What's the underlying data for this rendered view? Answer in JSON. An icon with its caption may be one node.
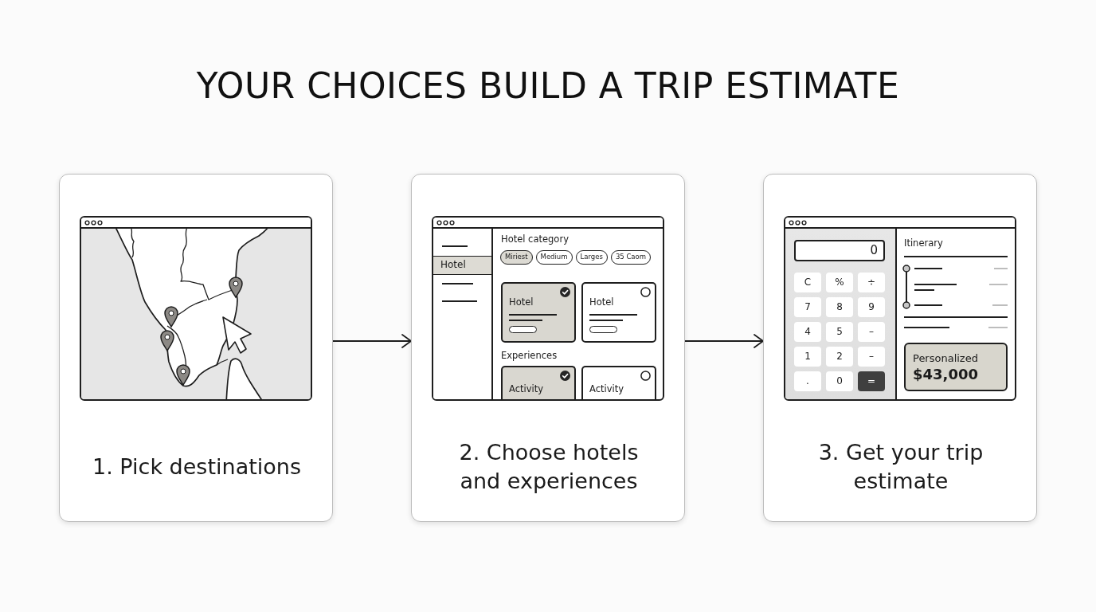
{
  "diagram": {
    "title": "YOUR CHOICES BUILD A TRIP ESTIMATE",
    "nodes": [
      {
        "text": [
          "1. Pick destinations"
        ]
      },
      {
        "text": [
          "2. Choose hotels and experiences"
        ]
      },
      {
        "text": [
          "3. Get your trip estimate"
        ]
      }
    ],
    "edges": [
      {
        "from": 0,
        "to": 1,
        "arrow": "to"
      },
      {
        "from": 1,
        "to": 2,
        "arrow": "to"
      }
    ],
    "labels": [
      "Hotel",
      "Hotel category",
      "Miriest",
      "Medium",
      "Larges",
      "35 Caom",
      "Hotel",
      "Hotel",
      "Experiences",
      "Activity",
      "Activity",
      "0",
      "C",
      "%",
      "÷",
      "7",
      "8",
      "9",
      "4",
      "5",
      "–",
      "1",
      "2",
      "–",
      ".",
      "0",
      "=",
      "Itinerary",
      "Personalized",
      "$43,000"
    ]
  }
}
